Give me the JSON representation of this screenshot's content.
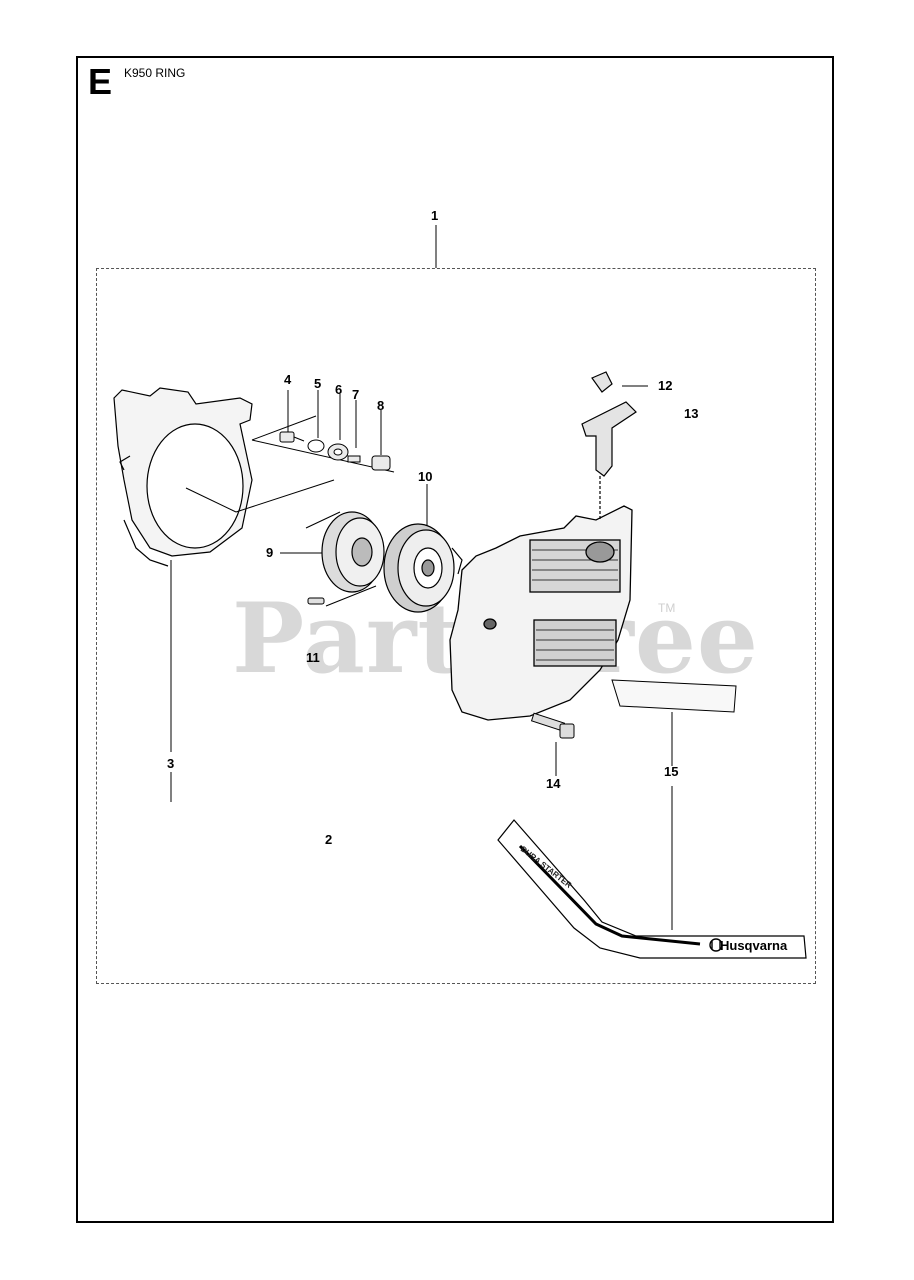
{
  "header": {
    "section_letter": "E",
    "model": "K950 RING"
  },
  "watermark": {
    "text": "PartsTree",
    "trademark": "TM"
  },
  "decal": {
    "text": "DURA STARTER",
    "brand": "Husqvarna"
  },
  "callouts": [
    {
      "number": "1",
      "part": "kit"
    },
    {
      "number": "2",
      "part": "starter-cover"
    },
    {
      "number": "3",
      "part": "fan-housing"
    },
    {
      "number": "4",
      "part": "screw"
    },
    {
      "number": "5",
      "part": "washer"
    },
    {
      "number": "6",
      "part": "pulley"
    },
    {
      "number": "7",
      "part": "small-screw"
    },
    {
      "number": "8",
      "part": "pawl"
    },
    {
      "number": "9",
      "part": "rope-pulley"
    },
    {
      "number": "10",
      "part": "recoil-spring"
    },
    {
      "number": "11",
      "part": "screw"
    },
    {
      "number": "12",
      "part": "handle-knob"
    },
    {
      "number": "13",
      "part": "starter-handle"
    },
    {
      "number": "14",
      "part": "bolt"
    },
    {
      "number": "15",
      "part": "decal"
    }
  ],
  "colors": {
    "line": "#000000",
    "watermark": "#d8d8d8",
    "kit_border": "#555555"
  }
}
